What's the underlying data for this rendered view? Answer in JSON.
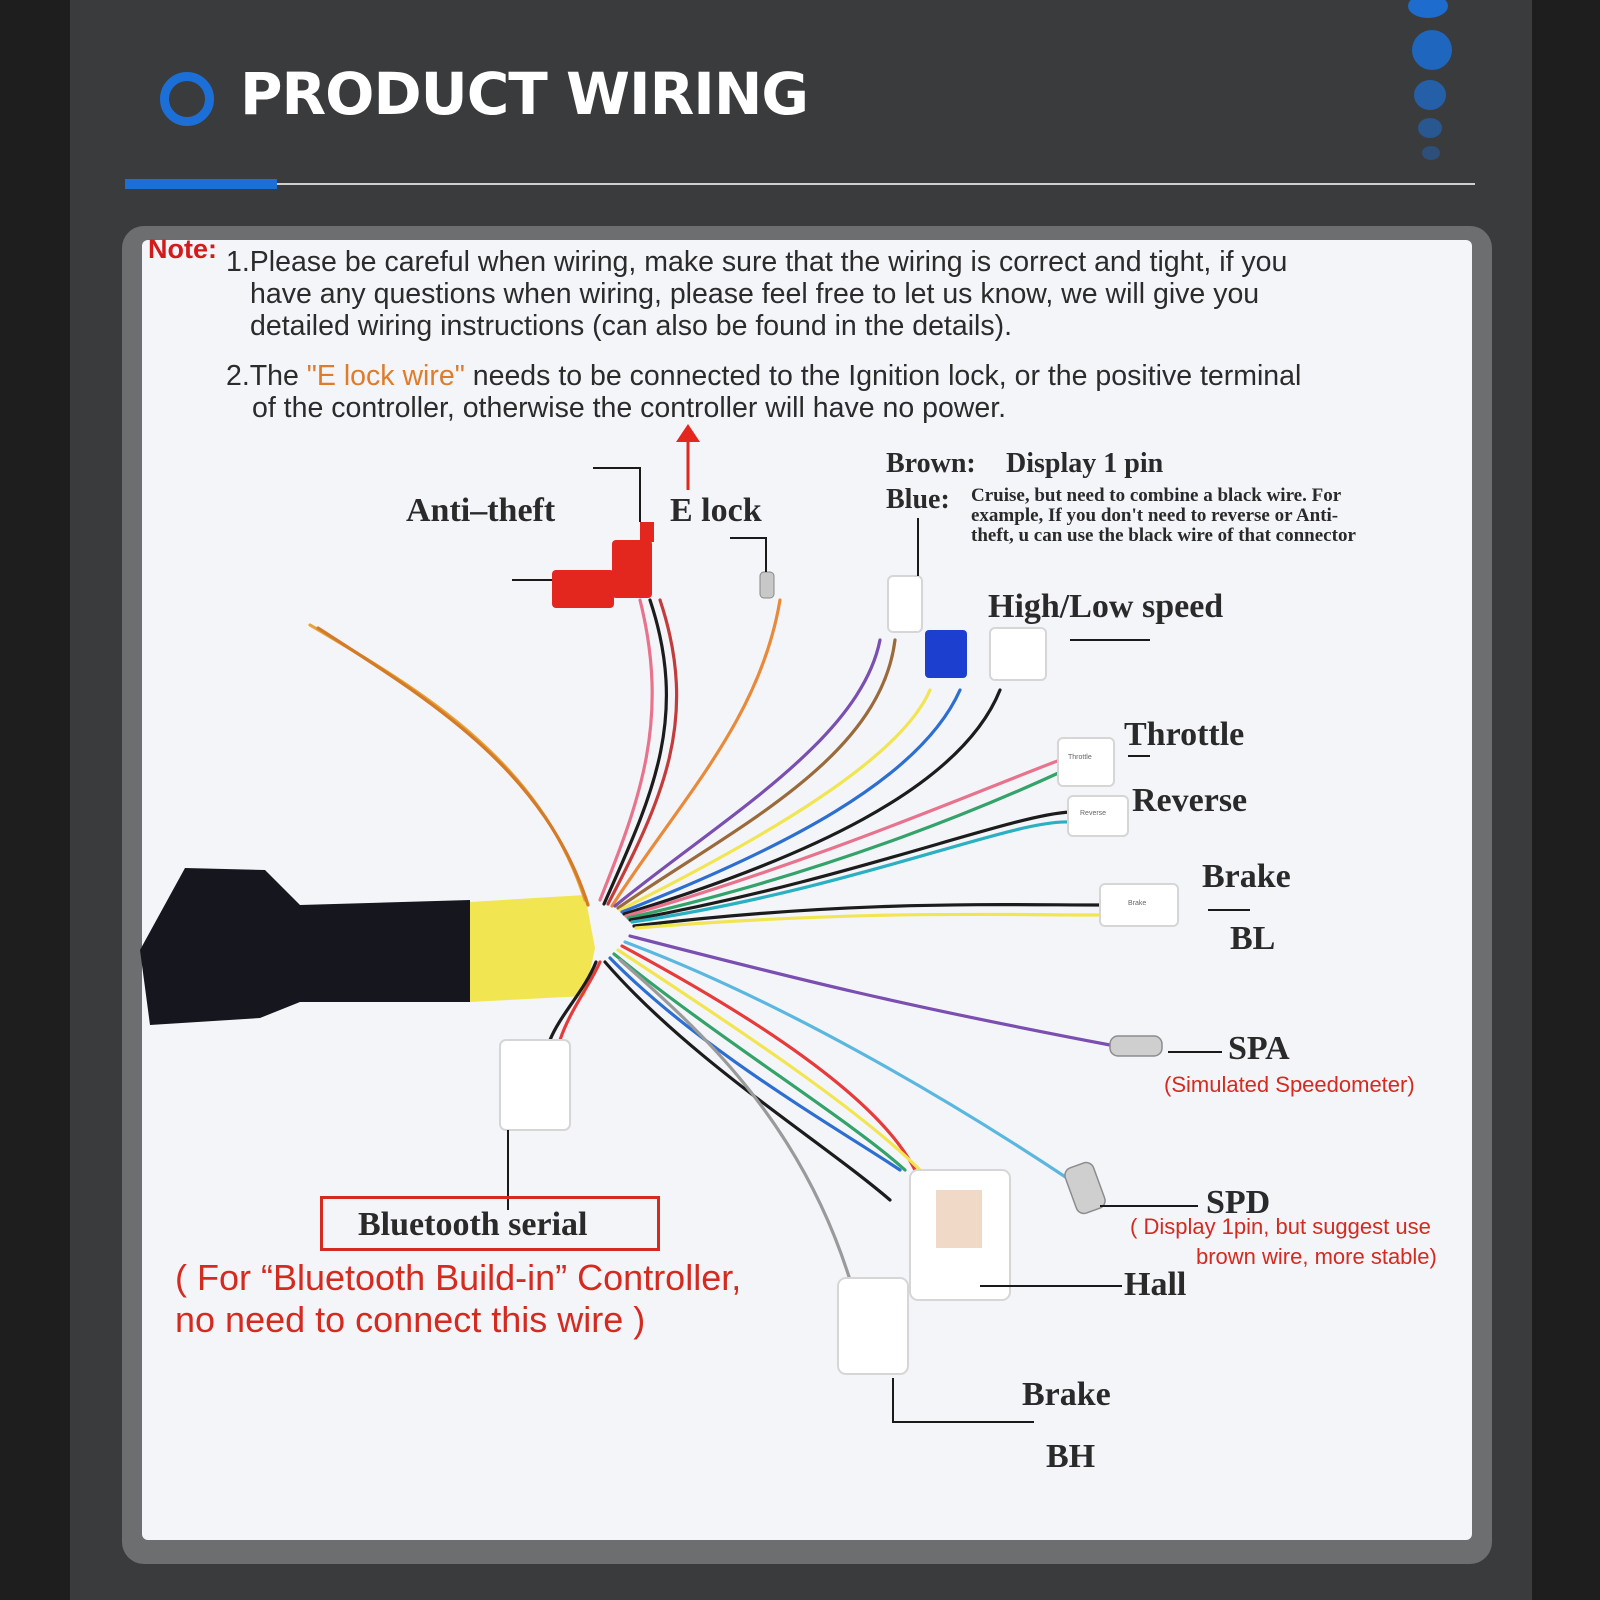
{
  "header": {
    "title": "PRODUCT WIRING"
  },
  "note": {
    "label": "Note:",
    "line1": "1.Please be careful when wiring, make sure that the wiring is correct and tight, if you",
    "line2": "have any questions when wiring, please feel free to let us know, we will give you",
    "line3": "detailed wiring instructions (can also be found in the details).",
    "line4_prefix": "2.The ",
    "line4_highlight": "\"E lock wire\"",
    "line4_suffix": "  needs to be connected to the Ignition lock, or the positive terminal",
    "line5": "of the controller, otherwise the controller will have no power."
  },
  "labels": {
    "anti_theft": "Anti–theft",
    "e_lock": "E lock",
    "brown_key": "Brown:",
    "brown_value": "Display 1 pin",
    "blue_key": "Blue:",
    "blue_line1": "Cruise, but need to combine a black wire. For",
    "blue_line2": "example, If you don't need to reverse or Anti-",
    "blue_line3": "theft, u can use the black wire of that connector",
    "high_low_speed": "High/Low speed",
    "throttle": "Throttle",
    "reverse": "Reverse",
    "brake_top": "Brake",
    "bl": "BL",
    "spa": "SPA",
    "spa_sub": "(Simulated Speedometer)",
    "spd": "SPD",
    "spd_sub1": "( Display 1pin,  but suggest use",
    "spd_sub2": "brown wire,  more stable)",
    "hall": "Hall",
    "bluetooth": "Bluetooth serial",
    "bt_sub1": "( For “Bluetooth Build-in” Controller,",
    "bt_sub2": "no need to connect this wire )",
    "brake_bottom": "Brake",
    "bh": "BH"
  },
  "connector_tags": {
    "throttle": "Throttle",
    "reverse": "Reverse",
    "brake": "Brake"
  },
  "colors": {
    "accent_blue": "#1b6fd6",
    "note_red": "#d21b1b",
    "highlight_orange": "#e07b2a",
    "harness_yellow": "#f2e552",
    "harness_black": "#15151f"
  }
}
